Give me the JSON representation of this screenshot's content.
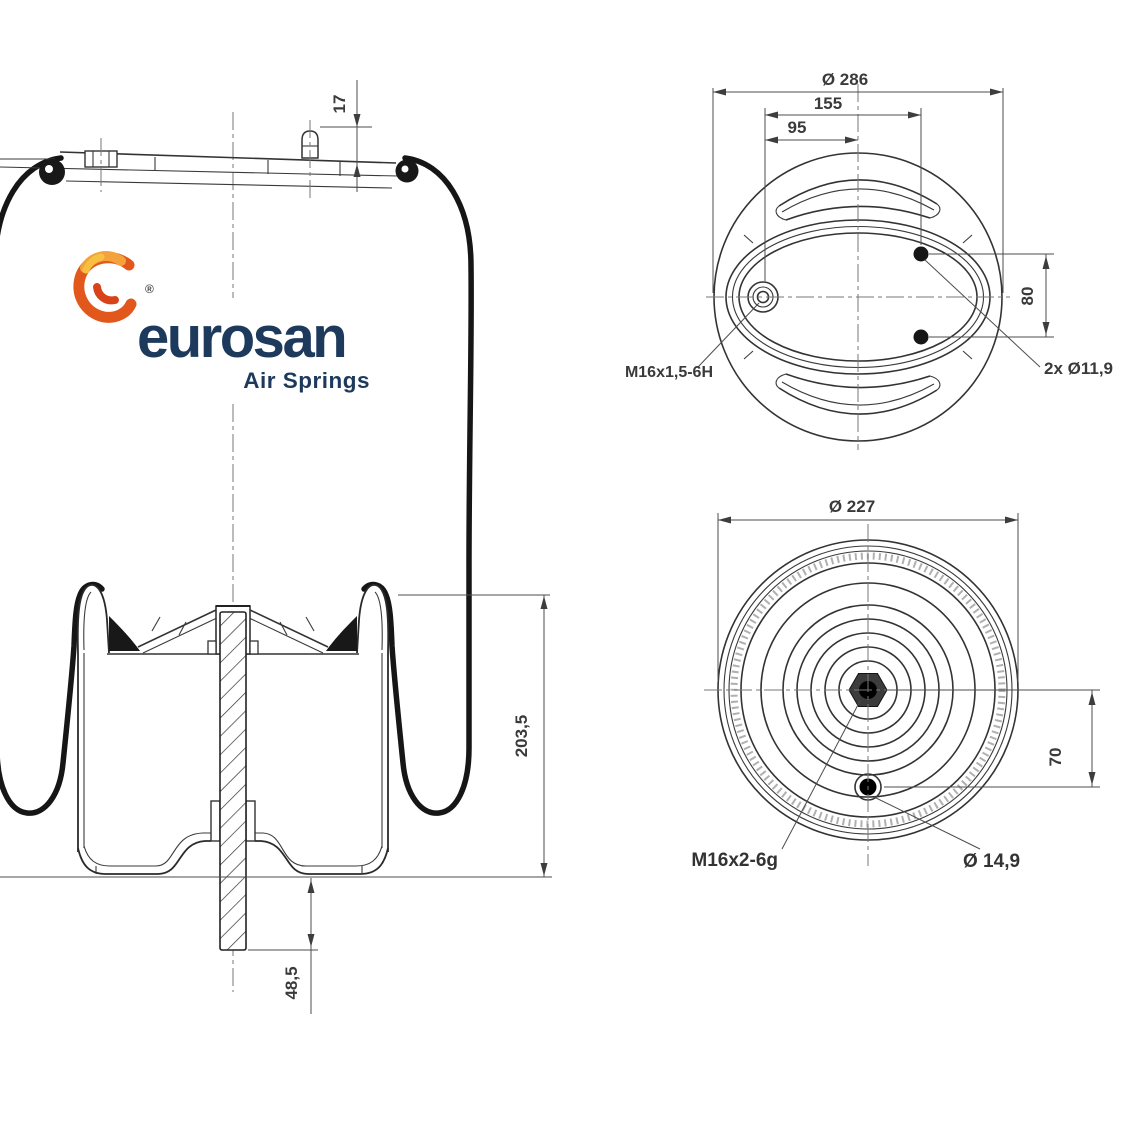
{
  "brand": {
    "name": "eurosan",
    "tagline": "Air Springs",
    "registered_mark": "®",
    "colors": {
      "navy": "#1d3a5c",
      "orange": "#e2581c",
      "amber": "#f3a23c",
      "yellow": "#f8c040"
    }
  },
  "side_view": {
    "dim_stud_height": "17",
    "dim_assembly_height": "203,5",
    "dim_rod_protrusion": "48,5"
  },
  "top_view": {
    "dim_outer_diameter": "Ø 286",
    "dim_bolt_span": "155",
    "dim_bolt_to_center": "95",
    "dim_hole_spacing": "80",
    "label_center_thread": "M16x1,5-6H",
    "label_bolt_holes": "2x Ø11,9"
  },
  "bottom_view": {
    "dim_outer_diameter": "Ø 227",
    "dim_hole_offset": "70",
    "label_center_thread": "M16x2-6g",
    "label_pilot_hole": "Ø 14,9"
  },
  "line_color": "#333333"
}
